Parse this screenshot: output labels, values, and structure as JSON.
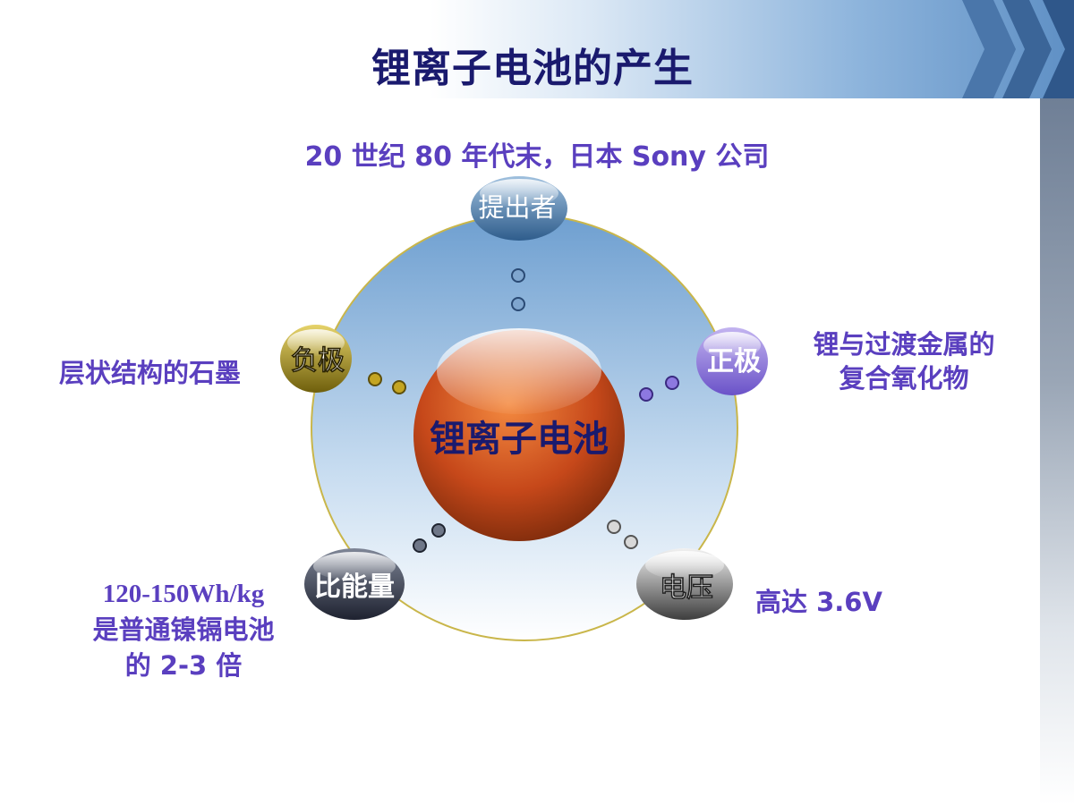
{
  "slide": {
    "title": "锂离子电池的产生",
    "colors": {
      "title": "#1a1a6e",
      "label": "#5a3fbf",
      "accent_blue": "#5e8fc4"
    }
  },
  "center": {
    "label": "锂离子电池"
  },
  "nodes": {
    "proposer": {
      "label": "提出者",
      "desc": "20 世纪 80 年代末，日本 Sony 公司"
    },
    "anode": {
      "label": "负极",
      "desc": "层状结构的石墨"
    },
    "cathode": {
      "label": "正极",
      "desc_line1": "锂与过渡金属的",
      "desc_line2": "复合氧化物"
    },
    "energy": {
      "label": "比能量",
      "desc_line1": "120-150Wh/kg",
      "desc_line2": "是普通镍镉电池",
      "desc_line3": "的 2-3 倍"
    },
    "voltage": {
      "label": "电压",
      "desc": "高达 3.6V"
    }
  }
}
